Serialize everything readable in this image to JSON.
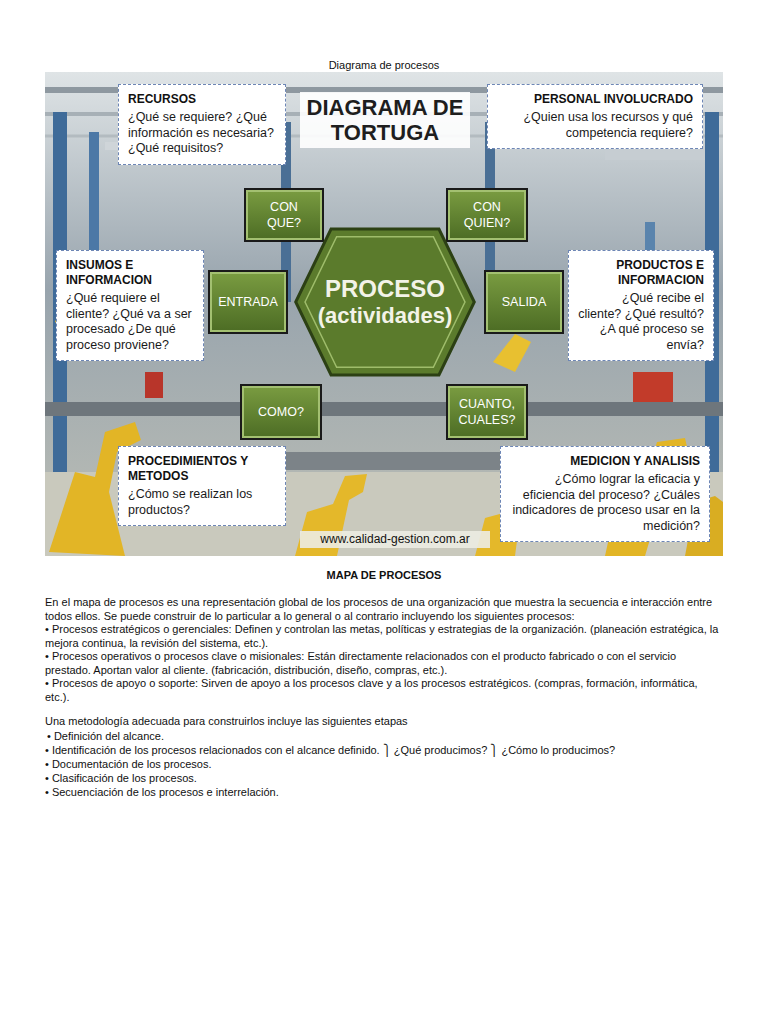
{
  "diagram": {
    "title": "Diagrama de procesos",
    "nodes": [
      {
        "text": [
          "RECURSOS",
          "¿Qué se requiere? ¿Qué información es necesaria? ¿Qué requisitos?"
        ]
      },
      {
        "text": [
          "PERSONAL INVOLUCRADO",
          "¿Quien usa los recursos y qué competencia requiere?"
        ]
      },
      {
        "text": [
          "CON QUE?"
        ]
      },
      {
        "text": [
          "CON QUIEN?"
        ]
      },
      {
        "text": [
          "INSUMOS E INFORMACION",
          "¿Qué requiere el cliente? ¿Qué va a ser procesado ¿De qué proceso proviene?"
        ]
      },
      {
        "text": [
          "ENTRADA"
        ]
      },
      {
        "text": [
          "PROCESO",
          "(actividades)"
        ]
      },
      {
        "text": [
          "SALIDA"
        ]
      },
      {
        "text": [
          "PRODUCTOS E INFORMACION",
          "¿Qué recibe el cliente? ¿Qué resultó? ¿A qué proceso se envía?"
        ]
      },
      {
        "text": [
          "COMO?"
        ]
      },
      {
        "text": [
          "CUANTO, CUALES?"
        ]
      },
      {
        "text": [
          "PROCEDIMIENTOS Y METODOS",
          "¿Cómo se realizan los productos?"
        ]
      },
      {
        "text": [
          "MEDICION Y ANALISIS",
          "¿Cómo lograr la eficacia y eficiencia del proceso? ¿Cuáles indicadores de proceso usar en la medición?"
        ]
      }
    ],
    "labels": [
      "DIAGRAMA DE TORTUGA",
      "www.calidad-gestion.com.ar",
      "MAPA DE PROCESOS",
      "En el mapa de procesos es una representación global de los procesos de una organización que muestra la secuencia e interacción entre todos ellos. Se puede construir de lo particular a lo general o al contrario incluyendo los siguientes procesos:",
      "• Procesos estratégicos o gerenciales: Definen y controlan las metas, políticas y estrategias de la organización. (planeación estratégica, la mejora continua, la revisión del sistema, etc.).",
      "• Procesos operativos o procesos clave o misionales: Están directamente relacionados con el producto fabricado o con el servicio prestado. Aportan valor al cliente. (fabricación, distribución, diseño, compras, etc.).",
      "• Procesos de apoyo o soporte: Sirven de apoyo a los procesos clave y a los procesos estratégicos. (compras, formación, informática, etc.).",
      "Una metodología adecuada para construirlos incluye las siguientes etapas",
      "• Definición del alcance.",
      "• Identificación de los procesos relacionados con el alcance definido. ⎫ ¿Qué producimos? ⎫ ¿Cómo lo producimos?",
      "• Documentación de los procesos.",
      "• Clasificación de los procesos.",
      "• Secuenciación de los procesos e interrelación."
    ]
  }
}
